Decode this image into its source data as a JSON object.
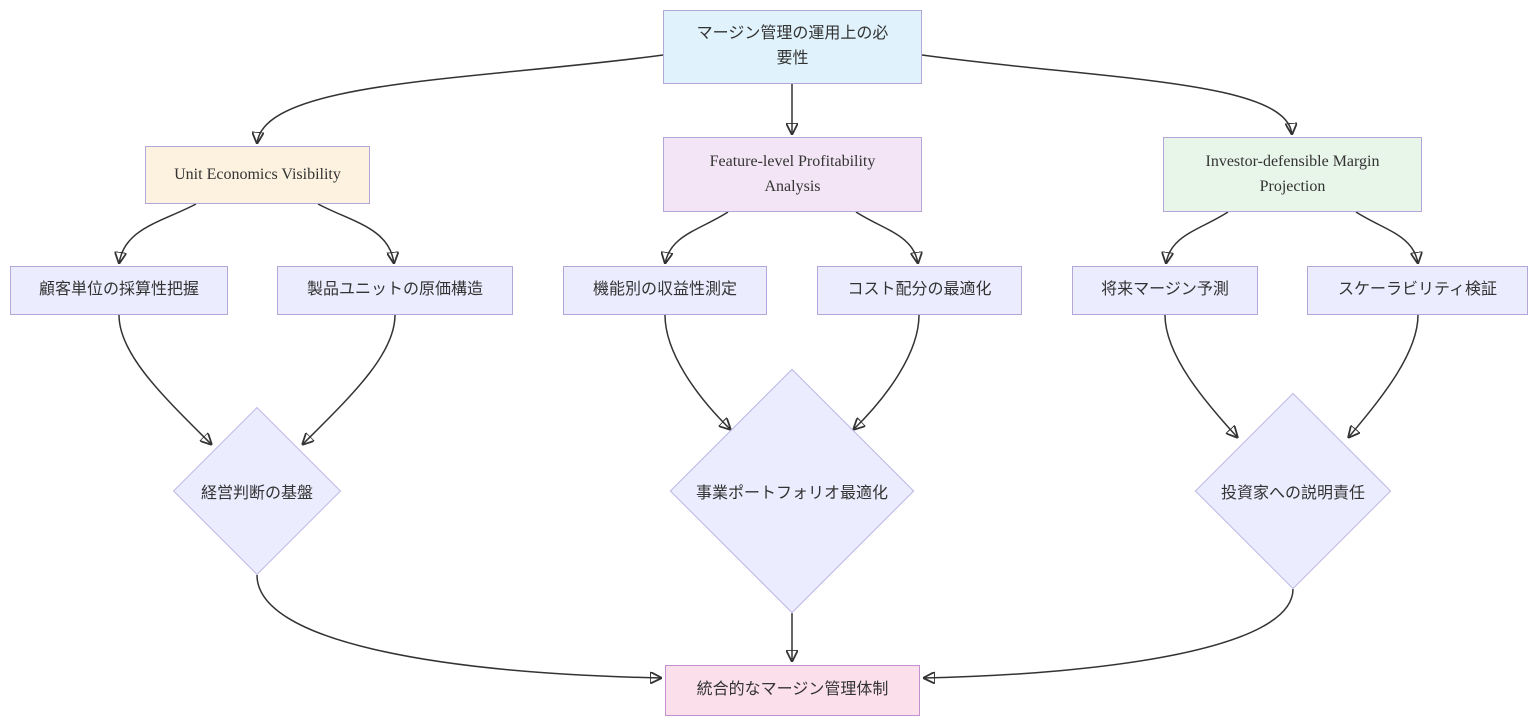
{
  "diagram": {
    "type": "flowchart",
    "direction": "top-down",
    "colors": {
      "edge": "#333333",
      "text": "#333333",
      "default_node_fill": "#ececff",
      "default_node_stroke": "#b3a7d9"
    },
    "nodes": {
      "root": {
        "label": "マージン管理の運用上の必要性",
        "shape": "rect",
        "fill": "#e0f2fb",
        "stroke": "#b3a7d9"
      },
      "unit_economics": {
        "label": "Unit Economics Visibility",
        "shape": "rect",
        "fill": "#fdf2e0",
        "stroke": "#b3a7d9"
      },
      "feature_profitability": {
        "label": "Feature-level Profitability Analysis",
        "shape": "rect",
        "fill": "#f3e5f5",
        "stroke": "#b3a7d9"
      },
      "investor_projection": {
        "label": "Investor-defensible Margin Projection",
        "shape": "rect",
        "fill": "#e8f5e9",
        "stroke": "#b3a7d9"
      },
      "customer_unit": {
        "label": "顧客単位の採算性把握",
        "shape": "rect",
        "fill": "#ececff",
        "stroke": "#b3a7d9"
      },
      "product_unit": {
        "label": "製品ユニットの原価構造",
        "shape": "rect",
        "fill": "#ececff",
        "stroke": "#b3a7d9"
      },
      "feature_measurement": {
        "label": "機能別の収益性測定",
        "shape": "rect",
        "fill": "#ececff",
        "stroke": "#b3a7d9"
      },
      "cost_allocation": {
        "label": "コスト配分の最適化",
        "shape": "rect",
        "fill": "#ececff",
        "stroke": "#b3a7d9"
      },
      "future_margin": {
        "label": "将来マージン予測",
        "shape": "rect",
        "fill": "#ececff",
        "stroke": "#b3a7d9"
      },
      "scalability": {
        "label": "スケーラビリティ検証",
        "shape": "rect",
        "fill": "#ececff",
        "stroke": "#b3a7d9"
      },
      "management_decision": {
        "label": "経営判断の基盤",
        "shape": "diamond",
        "fill": "#ececff",
        "stroke": "#bdb7e3"
      },
      "portfolio_optimization": {
        "label": "事業ポートフォリオ最適化",
        "shape": "diamond",
        "fill": "#ececff",
        "stroke": "#bdb7e3"
      },
      "investor_accountability": {
        "label": "投資家への説明責任",
        "shape": "diamond",
        "fill": "#ececff",
        "stroke": "#bdb7e3"
      },
      "integrated_management": {
        "label": "統合的なマージン管理体制",
        "shape": "rect",
        "fill": "#fbe0ec",
        "stroke": "#c490cf"
      }
    },
    "edges": [
      {
        "from": "root",
        "to": "unit_economics"
      },
      {
        "from": "root",
        "to": "feature_profitability"
      },
      {
        "from": "root",
        "to": "investor_projection"
      },
      {
        "from": "unit_economics",
        "to": "customer_unit"
      },
      {
        "from": "unit_economics",
        "to": "product_unit"
      },
      {
        "from": "feature_profitability",
        "to": "feature_measurement"
      },
      {
        "from": "feature_profitability",
        "to": "cost_allocation"
      },
      {
        "from": "investor_projection",
        "to": "future_margin"
      },
      {
        "from": "investor_projection",
        "to": "scalability"
      },
      {
        "from": "customer_unit",
        "to": "management_decision"
      },
      {
        "from": "product_unit",
        "to": "management_decision"
      },
      {
        "from": "feature_measurement",
        "to": "portfolio_optimization"
      },
      {
        "from": "cost_allocation",
        "to": "portfolio_optimization"
      },
      {
        "from": "future_margin",
        "to": "investor_accountability"
      },
      {
        "from": "scalability",
        "to": "investor_accountability"
      },
      {
        "from": "management_decision",
        "to": "integrated_management"
      },
      {
        "from": "portfolio_optimization",
        "to": "integrated_management"
      },
      {
        "from": "investor_accountability",
        "to": "integrated_management"
      }
    ]
  }
}
